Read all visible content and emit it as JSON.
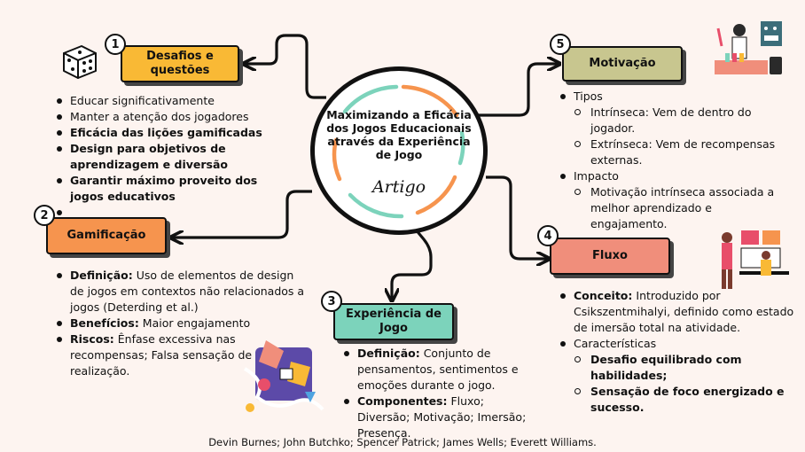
{
  "center": {
    "title": "Maximizando a Eficácia dos Jogos Educacionais através da Experiência de Jogo",
    "signature": "Artigo"
  },
  "colors": {
    "yellow": "#f9b935",
    "orange": "#f6944e",
    "teal": "#7cd3bb",
    "olive": "#c8c68f",
    "salmon": "#f08e7b"
  },
  "nodes": [
    {
      "num": "1",
      "title": "Desafios e questões",
      "items": [
        {
          "bold": "",
          "text": "Educar significativamente"
        },
        {
          "bold": "",
          "text": "Manter a atenção dos jogadores"
        },
        {
          "bold": "Eficácia das lições gamificadas",
          "text": ""
        },
        {
          "bold": "Design para objetivos de aprendizagem e diversão",
          "text": ""
        },
        {
          "bold": "Garantir máximo proveito dos jogos educativos",
          "text": ""
        }
      ]
    },
    {
      "num": "2",
      "title": "Gamificação",
      "items": [
        {
          "bold": "Definição:",
          "text": " Uso de elementos de design de jogos em contextos não relacionados a jogos (Deterding et al.)"
        },
        {
          "bold": "Benefícios:",
          "text": " Maior engajamento"
        },
        {
          "bold": "Riscos:",
          "text": " Ênfase excessiva nas recompensas; Falsa sensação de realização."
        }
      ]
    },
    {
      "num": "3",
      "title": "Experiência de Jogo",
      "items": [
        {
          "bold": "Definição:",
          "text": " Conjunto de pensamentos, sentimentos e emoções durante o jogo."
        },
        {
          "bold": "Componentes:",
          "text": " Fluxo; Diversão; Motivação; Imersão; Presença."
        }
      ]
    },
    {
      "num": "4",
      "title": "Fluxo",
      "items": [
        {
          "bold": "Conceito:",
          "text": " Introduzido por Csikszentmihalyi, definido como estado de imersão total na atividade."
        },
        {
          "bold": "",
          "text": "Características",
          "subs": [
            "Desafio equilibrado com habilidades;",
            "Sensação de foco energizado e sucesso."
          ]
        }
      ]
    },
    {
      "num": "5",
      "title": "Motivação",
      "items": [
        {
          "bold": "",
          "text": "Tipos",
          "subs": [
            "Intrínseca: Vem de dentro do jogador.",
            "Extrínseca: Vem de recompensas externas."
          ]
        },
        {
          "bold": "",
          "text": "Impacto",
          "subs": [
            "Motivação intrínseca associada a melhor aprendizado e engajamento."
          ]
        }
      ]
    }
  ],
  "footer": "Devin Burnes; John Butchko; Spencer Patrick; James Wells; Everett Williams."
}
